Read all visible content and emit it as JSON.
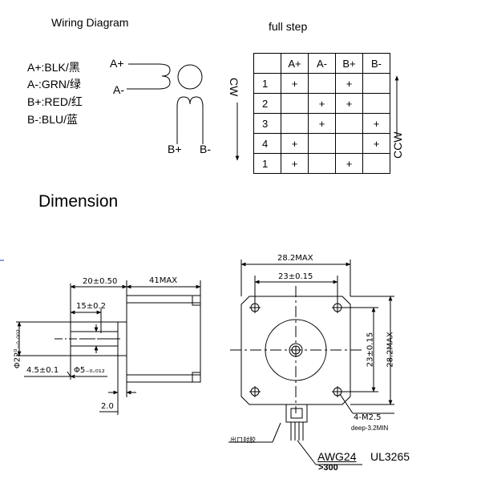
{
  "wiring": {
    "title": "Wiring Diagram",
    "legend": [
      "A+:BLK/黑",
      "A-:GRN/绿",
      "B+:RED/红",
      "B-:BLU/蓝"
    ],
    "coil_labels": {
      "a_plus": "A+",
      "a_minus": "A-",
      "b_plus": "B+",
      "b_minus": "B-"
    }
  },
  "step_table": {
    "title": "full step",
    "cw_label": "CW",
    "ccw_label": "CCW",
    "columns": [
      "",
      "A+",
      "A-",
      "B+",
      "B-"
    ],
    "rows": [
      [
        "1",
        "+",
        "",
        "+",
        ""
      ],
      [
        "2",
        "",
        "+",
        "+",
        ""
      ],
      [
        "3",
        "",
        "+",
        "",
        "+"
      ],
      [
        "4",
        "+",
        "",
        "",
        "+"
      ],
      [
        "1",
        "+",
        "",
        "+",
        ""
      ]
    ]
  },
  "dimension": {
    "title": "Dimension",
    "side": {
      "d20": "20±0.50",
      "d41": "41MAX",
      "d15": "15±0.2",
      "d22": "Φ22⁰₋₀.₀₀₂",
      "d45": "4.5±0.1",
      "d5": "Φ5₋₀.₀₁₂",
      "d2": "2.0"
    },
    "front": {
      "w282": "28.2MAX",
      "w23": "23±0.15",
      "h23": "23±0.15",
      "h282": "28.2MAX",
      "holes": "4-M2.5",
      "deep": "deep-3.2MIN",
      "outlet": "出口封胶",
      "wire": "AWG24",
      "wire_std": "UL3265",
      "length": ">300"
    }
  }
}
